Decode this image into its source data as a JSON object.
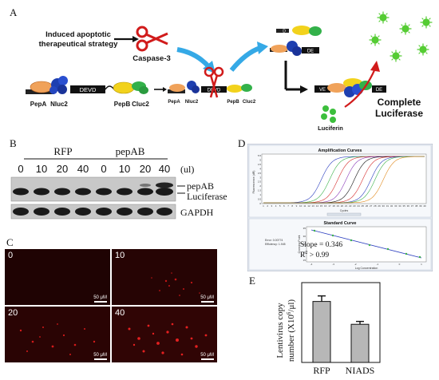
{
  "panels": {
    "A": "A",
    "B": "B",
    "C": "C",
    "D": "D",
    "E": "E"
  },
  "panel_a": {
    "strategy_line1": "Induced apoptotic",
    "strategy_line2": "therapeutical strategy",
    "caspase": "Caspase-3",
    "pepA": "PepA",
    "nluc2": "Nluc2",
    "devd": "DEVD",
    "pepB": "PepB",
    "cluc2": "Cluc2",
    "luciferin": "Luciferin",
    "complete_line1": "Complete",
    "complete_line2": "Luciferase",
    "frag_d": "D",
    "frag_de": "DE",
    "frag_ve": "VE",
    "colors": {
      "nluc": "#1e3fb0",
      "pepA": "#f0a25a",
      "pepB": "#f2d21c",
      "cluc": "#33b14a",
      "luciferin": "#3cbf3c",
      "scissors": "#d11b1b",
      "arrow": "#35a9e6"
    }
  },
  "panel_b": {
    "group_rfp": "RFP",
    "group_pepab": "pepAB",
    "lanes": [
      "0",
      "10",
      "20",
      "40",
      "0",
      "10",
      "20",
      "40"
    ],
    "unit": "(ul)",
    "band_pepab": "pepAB",
    "band_luciferase": "Luciferase",
    "band_gapdh": "GAPDH"
  },
  "panel_c": {
    "images": [
      {
        "label": "0",
        "scale": "50 μM"
      },
      {
        "label": "10",
        "scale": "50 μM"
      },
      {
        "label": "20",
        "scale": "50 μM"
      },
      {
        "label": "40",
        "scale": "50 μM"
      }
    ]
  },
  "panel_d": {
    "amp_title": "Amplification Curves",
    "amp_ylabel": "Fluorescence (dR)",
    "amp_xlabel": "Cycles",
    "amp_xticks": [
      "1",
      "2",
      "3",
      "4",
      "5",
      "6",
      "7",
      "8",
      "9",
      "10",
      "11",
      "12",
      "13",
      "14",
      "15",
      "16",
      "17",
      "18",
      "19",
      "20",
      "21",
      "22",
      "23",
      "24",
      "25",
      "26",
      "27",
      "28",
      "29",
      "30",
      "31",
      "32",
      "33",
      "34",
      "35",
      "36",
      "37",
      "38",
      "39",
      "40"
    ],
    "amp_yticks": [
      "0",
      "0.5",
      "1",
      "1.5",
      "2",
      "2.5",
      "3",
      "3.5",
      "4",
      "4.5",
      "5",
      "5.5"
    ],
    "std_title": "Standard Curve",
    "std_ylabel": "Crossing Point",
    "std_xlabel": "Log Concentration",
    "std_xticks": [
      "-4",
      "-3",
      "-2",
      "-1",
      "0",
      "1"
    ],
    "std_yticks": [
      "15",
      "20",
      "25",
      "30",
      "35"
    ],
    "std_error": "Error: 0.00774",
    "std_efficiency": "Efficiency: 1.945",
    "slope": "Slope = 0.346",
    "r2_prefix": "R",
    "r2_sup": "2",
    "r2_value": " > 0.99"
  },
  "chart_data": {
    "type": "bar",
    "categories": [
      "RFP",
      "NIADS"
    ],
    "values": [
      2.75,
      1.72
    ],
    "errors": [
      0.25,
      0.13
    ],
    "ylabel_line1": "Lentivirus copy",
    "ylabel_line2_pre": "number (X10",
    "ylabel_sup": "6",
    "ylabel_line2_post": "/μl)",
    "ylim": [
      0,
      3.6
    ],
    "bar_color": "#b7b7b7"
  }
}
